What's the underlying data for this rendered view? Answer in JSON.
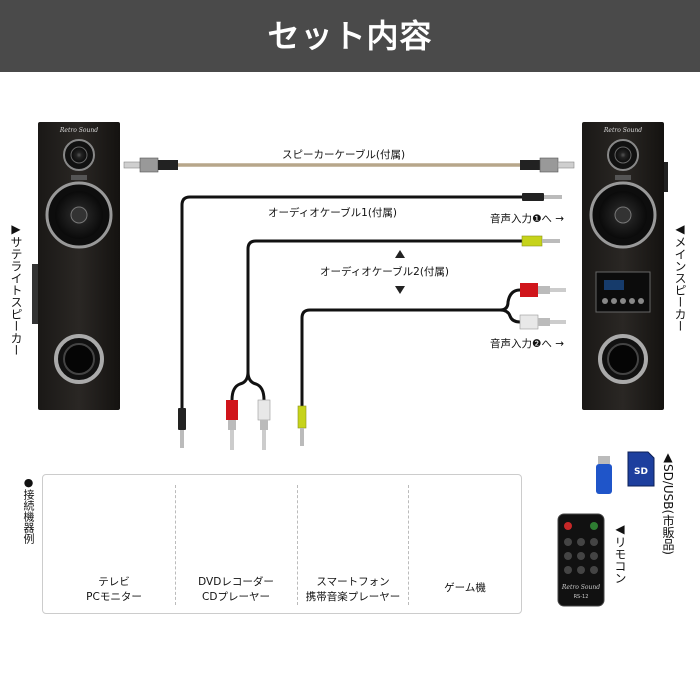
{
  "header": {
    "title": "セット内容"
  },
  "cables": {
    "speaker": "スピーカーケーブル(付属)",
    "audio1": "オーディオケーブル1(付属)",
    "audio2": "オーディオケーブル2(付属)"
  },
  "inputs": {
    "in1": "音声入力❶へ →",
    "in2": "音声入力❷へ →"
  },
  "speakers": {
    "satellite": "▶サテライトスピーカー",
    "main": "◀メインスピーカー",
    "brand": "Retro Sound"
  },
  "accessories": {
    "sd_usb": "▲SD/USB(市販品)",
    "remote": "◀リモコン",
    "remote_model": "RS-12"
  },
  "devices": {
    "heading": "●接続機器例",
    "items": [
      {
        "line1": "テレビ",
        "line2": "PCモニター"
      },
      {
        "line1": "DVDレコーダー",
        "line2": "CDプレーヤー"
      },
      {
        "line1": "スマートフォン",
        "line2": "携帯音楽プレーヤー"
      },
      {
        "line1": "ゲーム機",
        "line2": ""
      }
    ]
  },
  "colors": {
    "header_bg": "#4a4a4a",
    "cable_speaker": "#b7a68a",
    "cable_black": "#111111",
    "plug_red": "#d0151b",
    "plug_white": "#e8e8e8",
    "plug_yellow": "#c6d31a"
  }
}
